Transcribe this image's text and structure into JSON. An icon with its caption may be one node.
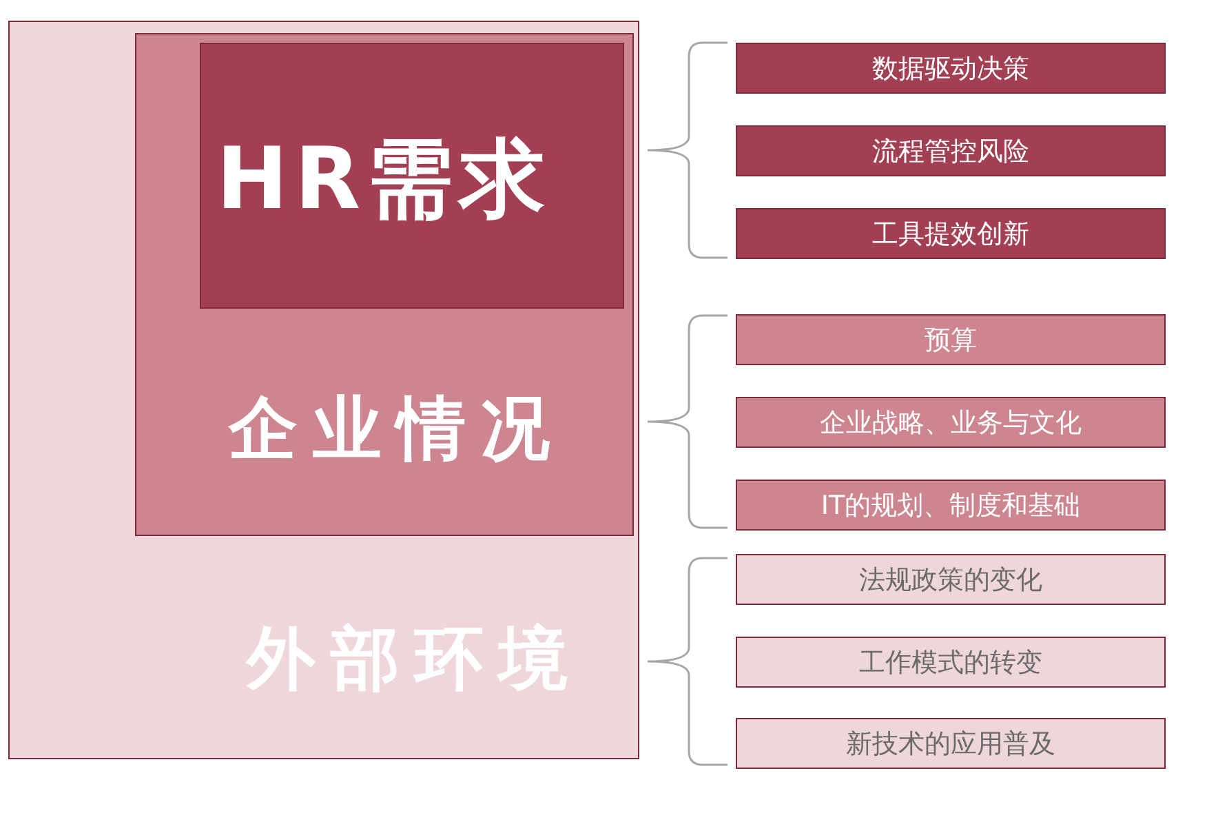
{
  "diagram": {
    "nodes": [
      {
        "text": [
          "外部环境"
        ]
      },
      {
        "text": [
          "企业情况"
        ],
        "in": 0
      },
      {
        "text": [
          "HR需求"
        ],
        "in": 1
      },
      {
        "text": [
          "数据驱动决策"
        ]
      },
      {
        "text": [
          "流程管控风险"
        ]
      },
      {
        "text": [
          "工具提效创新"
        ]
      },
      {
        "text": [
          "预算"
        ]
      },
      {
        "text": [
          "企业战略、业务与文化"
        ]
      },
      {
        "text": [
          "IT的规划、制度和基础"
        ]
      },
      {
        "text": [
          "法规政策的变化"
        ]
      },
      {
        "text": [
          "工作模式的转变"
        ]
      },
      {
        "text": [
          "新技术的应用普及"
        ]
      }
    ]
  }
}
